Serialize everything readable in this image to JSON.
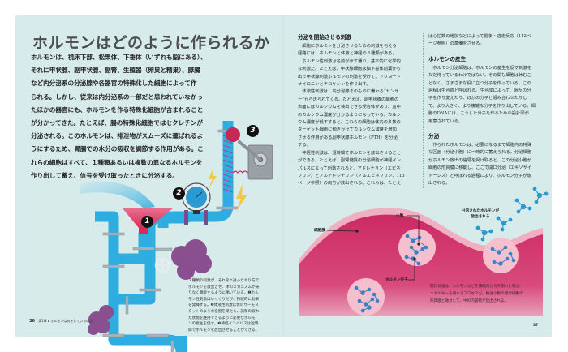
{
  "left_page": {
    "title": "ホルモンはどのように作られるか",
    "intro_lines": [
      "ホルモンは、視床下部、松果体、下垂体（いずれも脳にある）、",
      "それに甲状腺、副甲状腺、副腎、生殖器（卵巣と精巣）、膵臓",
      "など内分泌系の分泌腺や各器官の特殊化した細胞によって作",
      "られる。しかし、従来は内分泌系の一部だと思われていなかっ",
      "たほかの器官にも、ホルモンを作る特殊化細胞が含まれること",
      "が分かってきた。たとえば、腸の特殊化細胞ではセクレチンが",
      "分泌される。このホルモンは、排泄物がスムーズに運ばれるよ",
      "うにするため、胃腸での水分の吸収を調節する作用がある。こ",
      "れらの細胞はすべて、１種類あるいは複数の異なるホルモンを",
      "作り出して蓄え、信号を受け取ったときに分泌する。"
    ],
    "badges": [
      "1",
      "2",
      "3"
    ],
    "caption_lines": [
      "３種類の刺激が、それぞれ違ったやり方で",
      "ホルモンを放出させ、体のメカニズムが滞",
      "りなく機能するように働いている。❶ホル",
      "モン性刺激はゆっくりだが、持続的に効果",
      "を発揮する。❷体液性刺激は体のサーモス",
      "タットのような役割を果たし、調和の取れ",
      "た状態を維持できるように必要なホルモ",
      "ンの産生を促す。❸神経インパルスは短時",
      "間でホルモンを放出させることができる。"
    ],
    "footer": {
      "page_number": "36",
      "chapter": "第1章 ▸ ホルモンは何をしているのか"
    }
  },
  "right_page": {
    "col1": {
      "heading": "分泌を開始させる刺激",
      "lines": [
        "　細胞にホルモンを分泌させるための刺激を与える",
        "経路には、ホルモンと体液と神経の３種類がある。",
        "　ホルモン性刺激は名前が示す通り、基本的に化学的",
        "な刺激だ。たとえば、甲状腺細胞は脳下垂体前葉から",
        "出た甲状腺刺激ホルモンの刺激を受けて、トリヨード",
        "サイロニンとチロキシンを作り出す。",
        "　体液性刺激は、内分泌腺そのものに備わる“センサ",
        "ー”から送られてくる。たとえば、副甲状腺の細胞の",
        "表面にはカルシウムを検出できる受容体があり、血中",
        "のカルシウム濃度が分かるようになっている。カルシ",
        "ウム濃度が低下すると、これらの細胞は体内の多数の",
        "ターゲット細胞に働きかけてカルシウム濃度を増加",
        "させる作用がある副甲状腺ホルモン（PTH）を分泌",
        "する。",
        "　神経性刺激は、短時間でホルモンを放出させること",
        "ができる。たとえば、副腎髄質の分泌細胞が神経イン",
        "パルスによって刺激されると、アドレナリン（エピネ",
        "フリン）とノルアドレナリン（ノルエピネフリン、113",
        "ページ参照）の両方が放出される。これらは、たとえ"
      ]
    },
    "col2": {
      "intro_lines": [
        "ば心拍数の増加などによって闘争・逃走反応（112ペ",
        "ージ参照）の準備をさせる。"
      ],
      "section1": {
        "heading": "ホルモンの産生",
        "lines": [
          "　ホルモン分泌細胞は、ホルモンの産生を促す刺激を",
          "ただ待っているわけではない。その間も細胞は休むこ",
          "となく、さまざまな役に立つ分子を作っている。この",
          "過程は生合成と呼ばれる。生合成によって、個々の分",
          "子を作り変えたり、ほかの分子と組み合わせたりし",
          "て、より大きく、より複雑な分子を作り出している。細",
          "胞のDNAには、こうした分子を作るための設計図が",
          "用意されている。"
        ]
      },
      "section2": {
        "heading": "分泌",
        "lines": [
          "　作られたホルモンは、必要になるまで細胞内の特殊",
          "な区画（分泌小胞）に一時的に蓄えられる。分泌細胞",
          "がホルモン放出の信号を受け取ると、この分泌小胞が",
          "細胞の形質膜に移動し、ここで開口分泌（エキソサイ",
          "トーシス）と呼ばれる過程により、ホルモン分子が放",
          "出される。"
        ]
      }
    },
    "diagram": {
      "labels": {
        "cell_membrane": "細胞膜",
        "vesicle": "小胞",
        "hormone_molecule": "ホルモン分子",
        "released": [
          "分泌されたホルモンが",
          "放出される"
        ]
      },
      "caption_lines": [
        "開口分泌は、ホルモンなどを細胞内から外側へと運ぶ、",
        "エネルギーを要するプロセスだ。輸送小胞の膜が細胞の",
        "形質膜と融合して、中の内容物が放出される。"
      ]
    },
    "page_number": "37"
  },
  "colors": {
    "page_bg": "#d8ebeb",
    "pipe_blue": "#2eaee0",
    "funnel_pink": "#e0406a",
    "cell_magenta": "#d02a64",
    "vesicle_pink": "#f2b8c6",
    "molecule_blue": "#3a7fc8",
    "smoke_purple": "#8a4f8e",
    "title_gray": "#4a4d52"
  }
}
